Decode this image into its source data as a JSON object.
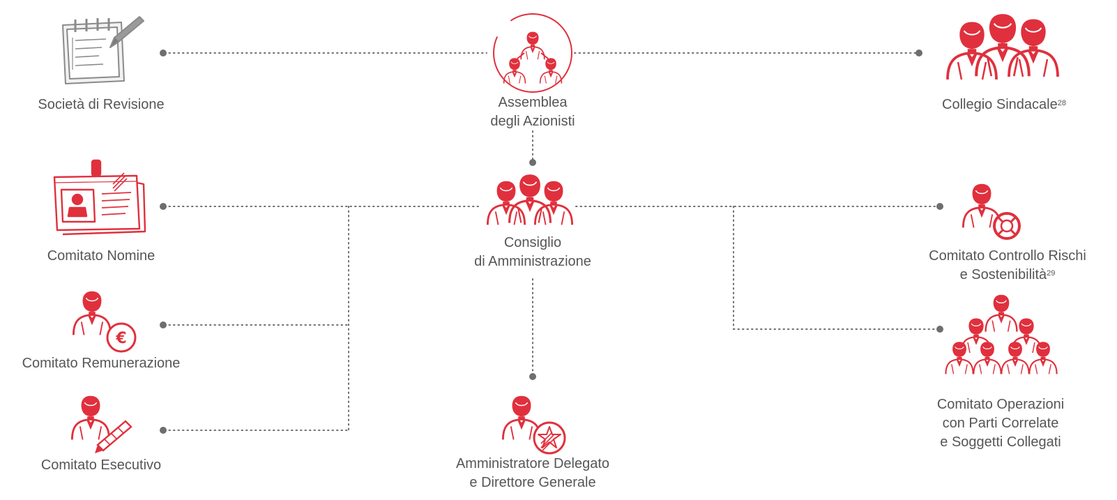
{
  "diagram": {
    "accent_color": "#e0303d",
    "line_color": "#6e6e6e",
    "nodes": {
      "societa": {
        "label": "Società di Revisione",
        "icon": "notepad-pen-icon"
      },
      "assemblea": {
        "line1": "Assemblea",
        "line2": "degli Azionisti",
        "icon": "shareholders-group-icon"
      },
      "collegio": {
        "label": "Collegio Sindacale",
        "footnote": "28",
        "icon": "three-people-icon"
      },
      "nomine": {
        "label": "Comitato Nomine",
        "icon": "id-card-icon"
      },
      "consiglio": {
        "line1": "Consiglio",
        "line2": "di Amministrazione",
        "icon": "board-people-icon"
      },
      "controllo": {
        "line1": "Comitato Controllo Rischi",
        "line2": "e Sostenibilità",
        "footnote": "29",
        "icon": "person-lifebuoy-icon"
      },
      "remunerazione": {
        "label": "Comitato Remunerazione",
        "icon": "person-euro-icon"
      },
      "operazioni": {
        "line1": "Comitato Operazioni",
        "line2": "con Parti Correlate",
        "line3": "e Soggetti Collegati",
        "icon": "people-pyramid-icon"
      },
      "esecutivo": {
        "label": "Comitato Esecutivo",
        "icon": "person-pen-icon"
      },
      "amministratore": {
        "line1": "Amministratore Delegato",
        "line2": "e Direttore Generale",
        "icon": "person-star-icon"
      }
    }
  }
}
